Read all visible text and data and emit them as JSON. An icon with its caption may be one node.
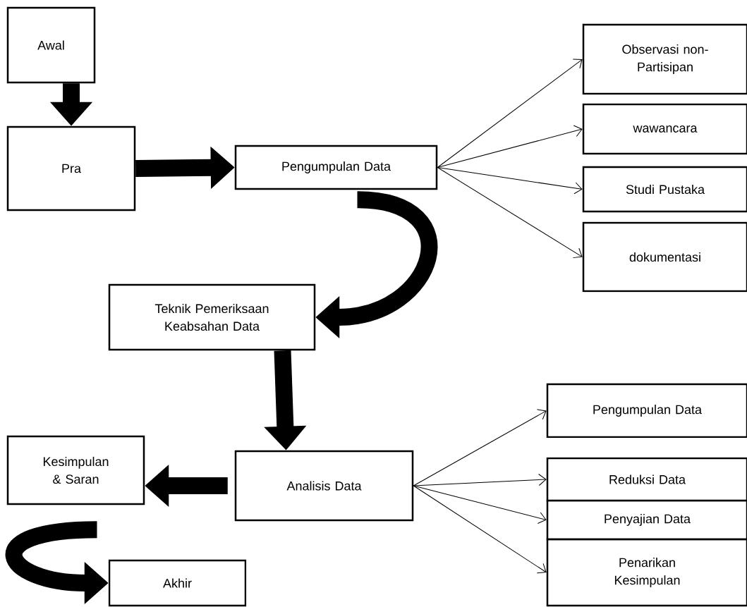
{
  "diagram": {
    "nodes": [
      {
        "text": [
          "Awal"
        ]
      },
      {
        "text": [
          "Pra"
        ]
      },
      {
        "text": [
          "Pengumpulan Data"
        ]
      },
      {
        "text": [
          "Observasi non-Partisipan"
        ]
      },
      {
        "text": [
          "wawancara"
        ]
      },
      {
        "text": [
          "Studi Pustaka"
        ]
      },
      {
        "text": [
          "dokumentasi"
        ]
      },
      {
        "text": [
          "Teknik Pemeriksaan Keabsahan Data"
        ]
      },
      {
        "text": [
          "Analisis Data"
        ]
      },
      {
        "text": [
          "Kesimpulan & Saran"
        ]
      },
      {
        "text": [
          "Pengumpulan Data"
        ]
      },
      {
        "text": [
          "Reduksi Data"
        ]
      },
      {
        "text": [
          "Penyajian Data"
        ]
      },
      {
        "text": [
          "Penarikan Kesimpulan"
        ]
      },
      {
        "text": [
          "Akhir"
        ]
      }
    ],
    "edges": [
      {
        "from": 0,
        "to": 1,
        "arrow": "to",
        "style": "thick"
      },
      {
        "from": 1,
        "to": 2,
        "arrow": "to",
        "style": "thick"
      },
      {
        "from": 2,
        "to": 3,
        "arrow": "to"
      },
      {
        "from": 2,
        "to": 4,
        "arrow": "to"
      },
      {
        "from": 2,
        "to": 5,
        "arrow": "to"
      },
      {
        "from": 2,
        "to": 6,
        "arrow": "to"
      },
      {
        "from": 2,
        "to": 7,
        "arrow": "to",
        "style": "thick"
      },
      {
        "from": 7,
        "to": 8,
        "arrow": "to",
        "style": "thick"
      },
      {
        "from": 8,
        "to": 9,
        "arrow": "to",
        "style": "thick"
      },
      {
        "from": 8,
        "to": 10,
        "arrow": "to"
      },
      {
        "from": 8,
        "to": 11,
        "arrow": "to"
      },
      {
        "from": 8,
        "to": 12,
        "arrow": "to"
      },
      {
        "from": 8,
        "to": 13,
        "arrow": "to"
      },
      {
        "from": 9,
        "to": 14,
        "arrow": "to",
        "style": "thick"
      }
    ]
  }
}
